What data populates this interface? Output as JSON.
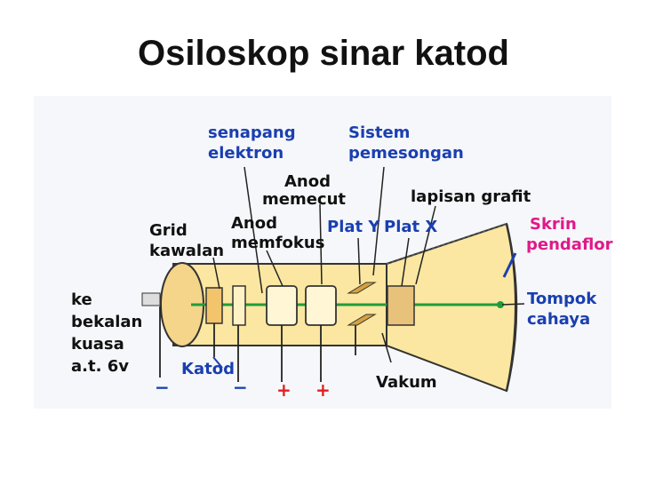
{
  "title": "Osiloskop sinar katod",
  "labels": {
    "senapang_line1": "senapang",
    "senapang_line2": "elektron",
    "sistem_line1": "Sistem",
    "sistem_line2": "pemesongan",
    "anod_memecut_line1": "Anod",
    "anod_memecut_line2": "memecut",
    "lapisan_grafit": "lapisan grafit",
    "grid_line1": "Grid",
    "grid_line2": "kawalan",
    "anod_memfokus_line1": "Anod",
    "anod_memfokus_line2": "memfokus",
    "plat_y": "Plat Y",
    "plat_x": "Plat X",
    "skrin_line1": "Skrin",
    "skrin_line2": "pendaflor",
    "supply_line1": "ke",
    "supply_line2": "bekalan",
    "supply_line3": "kuasa",
    "supply_line4": "a.t. 6v",
    "tompok_line1": "Tompok",
    "tompok_line2": "cahaya",
    "katod": "Katod",
    "vakum": "Vakum"
  },
  "terminals": {
    "t1": "−",
    "t2": "−",
    "t3": "+",
    "t4": "+"
  },
  "colors": {
    "title": "#111111",
    "blue_label": "#1a3fb0",
    "magenta_label": "#e0198a",
    "tube_fill": "#fbe7a1",
    "beam": "#1f9d3a",
    "terminal_plus": "#e02020",
    "terminal_minus": "#1a3fb0"
  }
}
